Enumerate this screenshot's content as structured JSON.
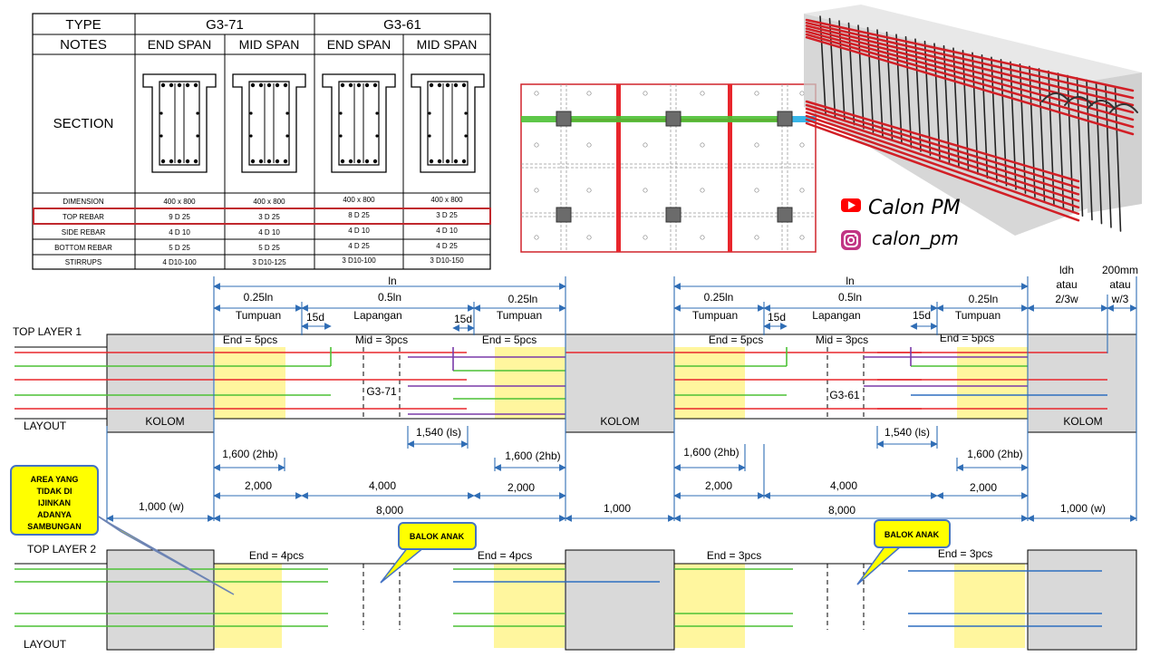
{
  "beam_table": {
    "col_type_label": "TYPE",
    "col_notes_label": "NOTES",
    "types": [
      "G3-71",
      "G3-61"
    ],
    "span_headers": [
      "END SPAN",
      "MID SPAN",
      "END SPAN",
      "MID SPAN"
    ],
    "section_label": "SECTION",
    "rows": [
      {
        "label": "DIMENSION",
        "values": [
          "400 x 800",
          "400 x 800",
          "400 x 800",
          "400 x 800"
        ]
      },
      {
        "label": "TOP REBAR",
        "values": [
          "9 D 25",
          "3 D 25",
          "8 D 25",
          "3 D 25"
        ],
        "highlighted": true
      },
      {
        "label": "SIDE REBAR",
        "values": [
          "4 D 10",
          "4 D 10",
          "4 D 10",
          "4 D 10"
        ]
      },
      {
        "label": "BOTTOM REBAR",
        "values": [
          "5 D 25",
          "5 D 25",
          "4 D 25",
          "4 D 25"
        ]
      },
      {
        "label": "STIRRUPS",
        "values": [
          "4 D10-100",
          "3 D10-125",
          "3 D10-100",
          "3 D10-150"
        ]
      }
    ]
  },
  "social": {
    "youtube_handle": "Calon PM",
    "instagram_handle": "calon_pm",
    "youtube_color": "#ff0000",
    "instagram_color": "#c13584"
  },
  "diagram": {
    "top_layer_1_label": "TOP LAYER 1",
    "top_layer_2_label": "TOP LAYER 2",
    "layout_label": "LAYOUT",
    "column_label": "KOLOM",
    "ln_label": "ln",
    "quarter_ln_label": "0.25ln",
    "half_ln_label": "0.5ln",
    "fifteen_d_label": "15d",
    "support_label": "Tumpuan",
    "field_label": "Lapangan",
    "ldh_label_lines": [
      "ldh",
      "atau",
      "2/3w"
    ],
    "extension_label_lines": [
      "200mm",
      "atau",
      "w/3"
    ],
    "span1": {
      "beam_label": "G3-71",
      "layer1_end_label": "End = 5pcs",
      "layer1_mid_label": "Mid = 3pcs",
      "layer1_end2_label": "End = 5pcs",
      "layer2_end_label": "End = 4pcs",
      "layer2_end2_label": "End = 4pcs",
      "lap_length": "1,540 (ls)",
      "hook_left": "1,600 (2hb)",
      "hook_right": "1,600 (2hb)",
      "dim_left": "2,000",
      "dim_mid": "4,000",
      "dim_right": "2,000",
      "dim_total": "8,000"
    },
    "span2": {
      "beam_label": "G3-61",
      "layer1_end_label": "End = 5pcs",
      "layer1_mid_label": "Mid = 3pcs",
      "layer1_end2_label": "End = 5pcs",
      "layer2_end_label": "End = 3pcs",
      "layer2_end2_label": "End = 3pcs",
      "lap_length": "1,540 (ls)",
      "hook_left": "1,600 (2hb)",
      "hook_right": "1,600 (2hb)",
      "dim_left": "2,000",
      "dim_mid": "4,000",
      "dim_right": "2,000",
      "dim_total": "8,000"
    },
    "column_widths": [
      "1,000 (w)",
      "1,000",
      "1,000 (w)"
    ],
    "callout_no_splice_lines": [
      "AREA YANG",
      "TIDAK DI",
      "IJINKAN",
      "ADANYA",
      "SAMBUNGAN"
    ],
    "callout_sub_beam": "BALOK ANAK",
    "colors": {
      "rebar_red": "#e8262c",
      "rebar_green": "#4cc135",
      "rebar_blue": "#2e6fc0",
      "rebar_purple": "#7a3aa8",
      "dimension_blue": "#2f6db5",
      "support_zone_yellow": "#fff69e",
      "column_grey": "#d9d9d9",
      "callout_yellow": "#ffff00"
    }
  }
}
